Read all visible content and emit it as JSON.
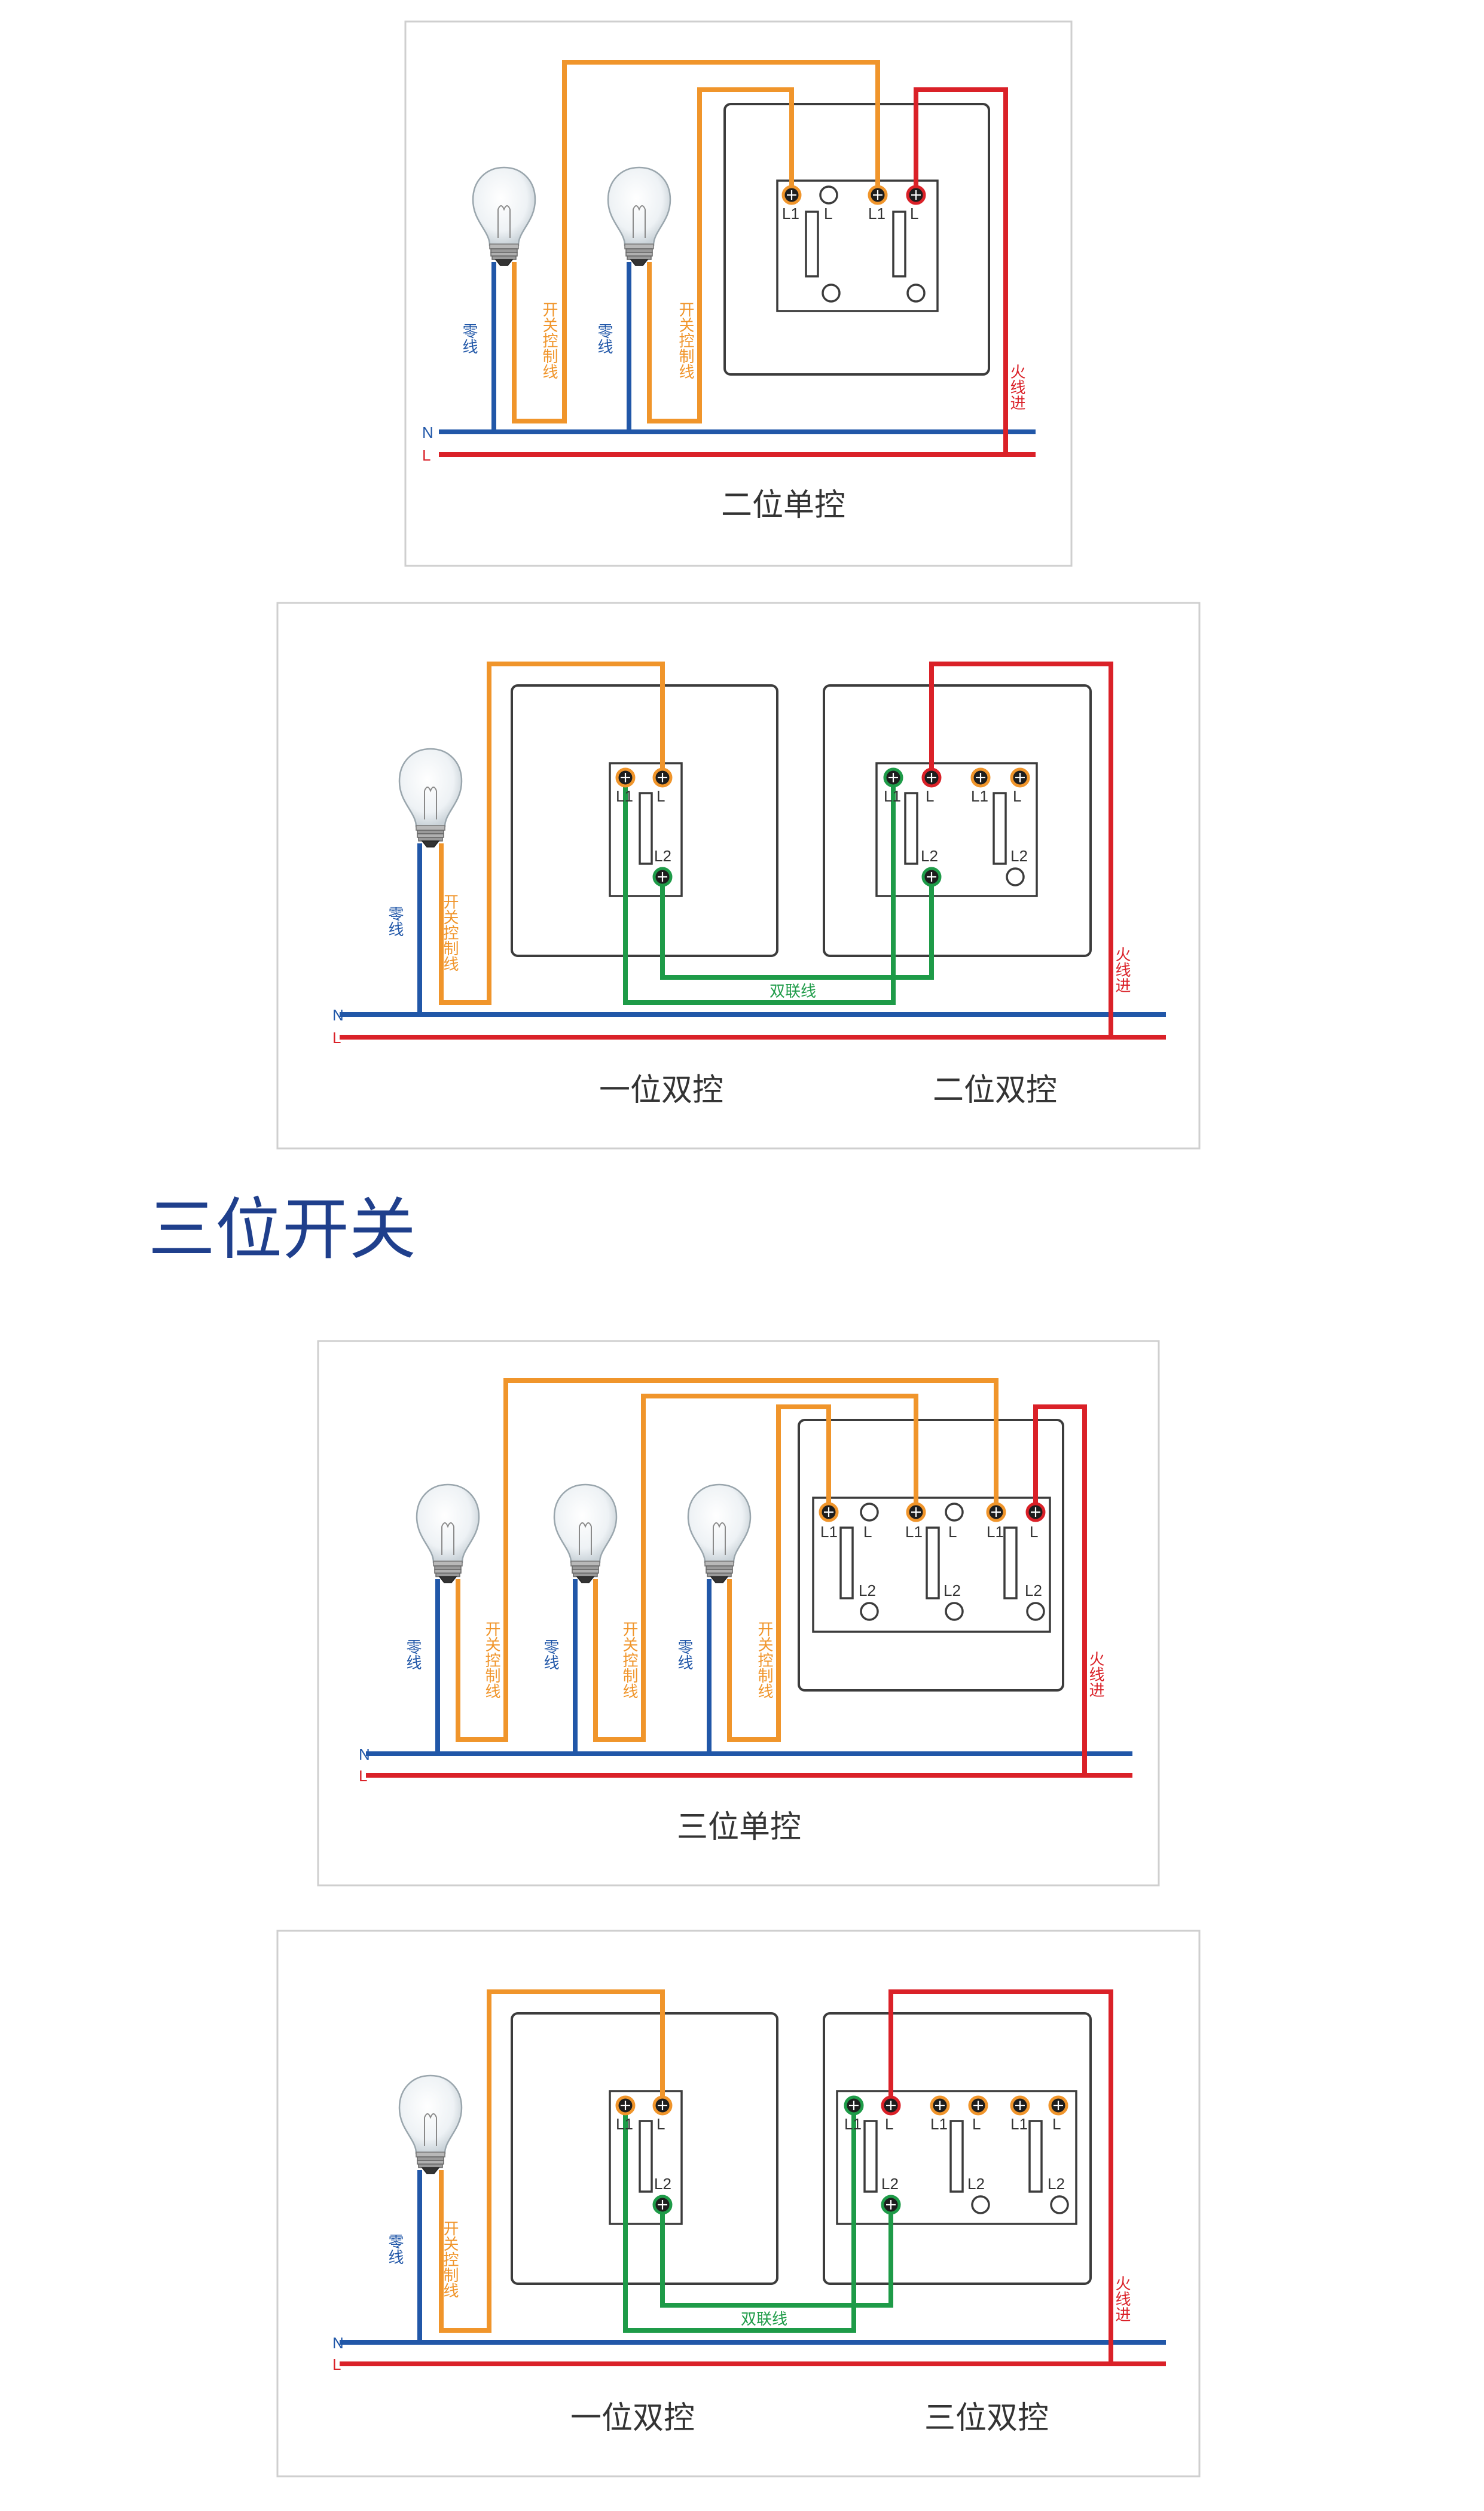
{
  "section_heading": "三位开关",
  "labels": {
    "neutral_wire": "零线",
    "switch_control_wire": "开关控制线",
    "live_in": "火线进",
    "traveler_wire": "双联线",
    "N": "N",
    "L": "L",
    "term_L1": "L1",
    "term_L": "L",
    "term_L2": "L2"
  },
  "diagrams": [
    {
      "id": "two-gang-single",
      "captions": [
        "二位单控"
      ]
    },
    {
      "id": "one-gang-two-gang-double",
      "captions": [
        "一位双控",
        "二位双控"
      ]
    },
    {
      "id": "three-gang-single",
      "captions": [
        "三位单控"
      ]
    },
    {
      "id": "one-gang-three-gang-double",
      "captions": [
        "一位双控",
        "三位双控"
      ]
    }
  ],
  "colors": {
    "neutral": "#2157A8",
    "live": "#DA2128",
    "control": "#F0952B",
    "traveler": "#1E9B48",
    "heading": "#1f3f8c"
  }
}
